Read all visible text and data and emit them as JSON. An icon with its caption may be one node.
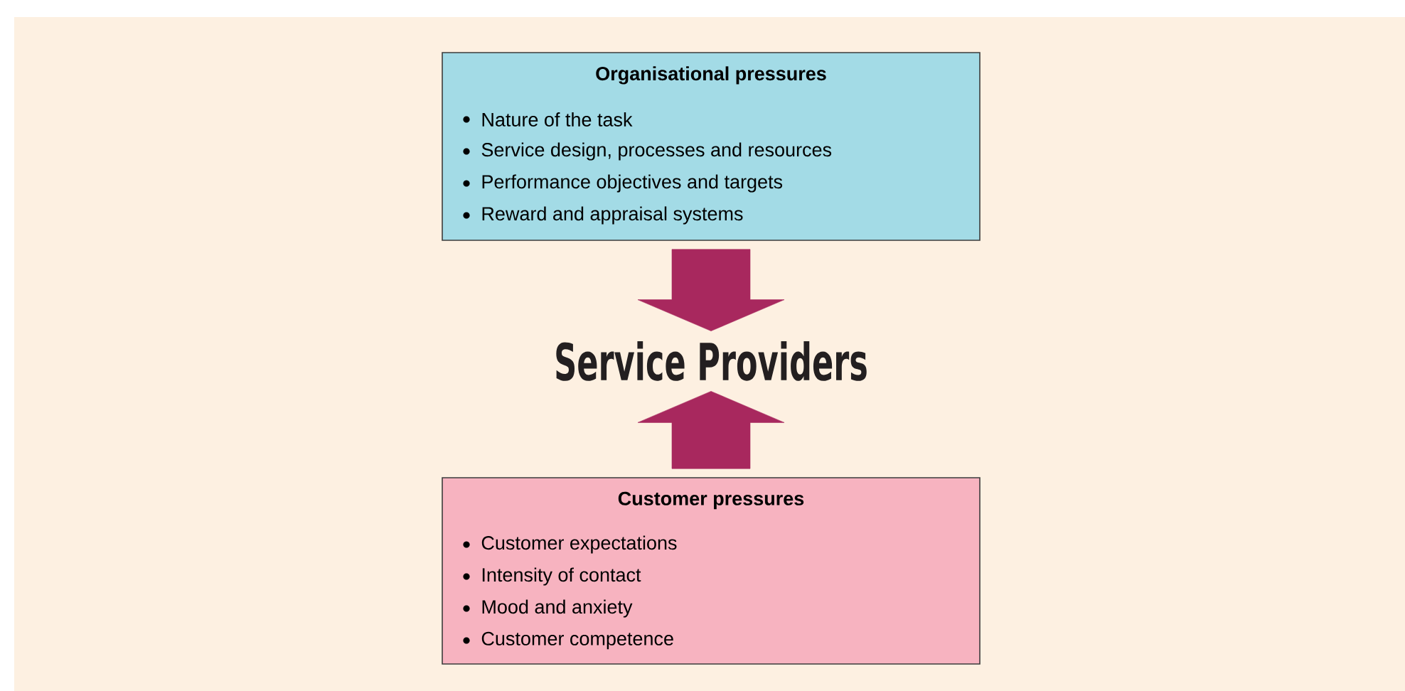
{
  "diagram": {
    "nodes": [
      {
        "text": [
          "Organisational pressures",
          "Nature of the task",
          "Service design, processes and resources",
          "Performance objectives and targets",
          "Reward and appraisal systems"
        ]
      },
      {
        "text": [
          "Service Providers"
        ]
      },
      {
        "text": [
          "Customer pressures",
          "Customer expectations",
          "Intensity of contact",
          "Mood and anxiety",
          "Customer competence"
        ]
      }
    ],
    "edges": [
      {
        "from": 0,
        "to": 1,
        "arrow": "to"
      },
      {
        "from": 2,
        "to": 1,
        "arrow": "to"
      }
    ]
  }
}
